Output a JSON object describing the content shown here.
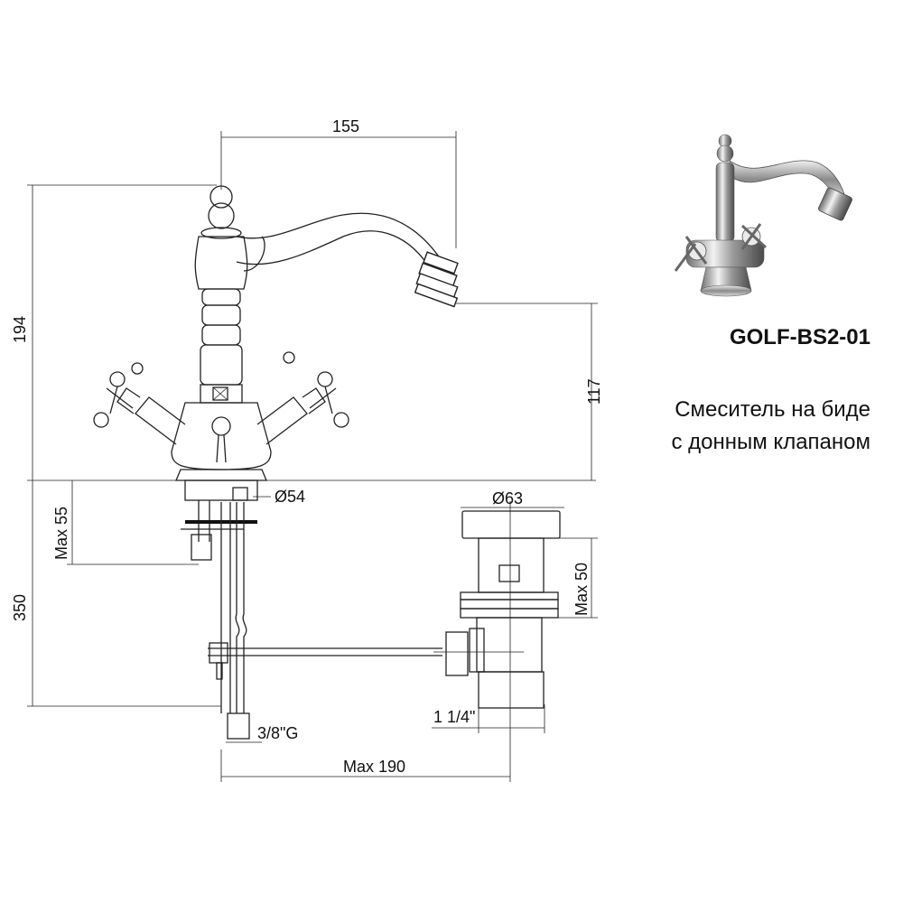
{
  "product": {
    "model": "GOLF-BS2-01",
    "description_line1": "Смеситель на биде",
    "description_line2": "с донным клапаном"
  },
  "dimensions": {
    "spout_reach": "155",
    "total_height": "194",
    "spout_height": "117",
    "base_diameter": "Ø54",
    "max_counter_thickness": "Max 55",
    "hose_length": "350",
    "drain_diameter": "Ø63",
    "drain_max_thickness": "Max 50",
    "drain_thread": "1 1/4\"",
    "inlet_thread": "3/8\"G",
    "max_rod_length": "Max 190"
  },
  "icons": {
    "product_photo": "faucet-photo-icon"
  }
}
